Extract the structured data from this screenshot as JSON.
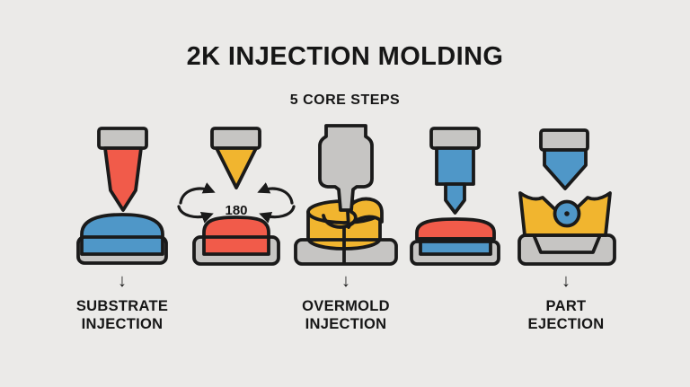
{
  "title": "2K INJECTION MOLDING",
  "subtitle": "5 CORE STEPS",
  "colors": {
    "background": "#e9e8e6",
    "outline": "#1a1a1a",
    "machine_gray": "#c6c5c3",
    "substrate_blue": "#4f97c8",
    "overmold_red": "#f15b4a",
    "accent_yellow": "#f1b52f",
    "text": "#161616"
  },
  "steps": [
    {
      "id": "substrate-injection",
      "arrow": "↓",
      "label_line1": "SUBSTRATE",
      "label_line2": "INJECTION"
    },
    {
      "id": "mold-rotation",
      "rotation_label": "180"
    },
    {
      "id": "overmold-injection",
      "arrow": "↓",
      "label_line1": "OVERMOLD",
      "label_line2": "INJECTION"
    },
    {
      "id": "second-shot-injection"
    },
    {
      "id": "part-ejection",
      "arrow": "↓",
      "label_line1": "PART",
      "label_line2": "EJECTION"
    }
  ]
}
